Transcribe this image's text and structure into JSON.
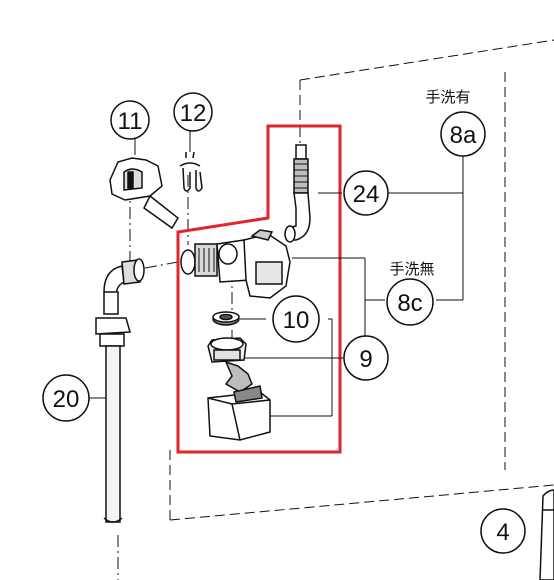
{
  "diagram": {
    "callouts": {
      "c11": "11",
      "c12": "12",
      "c24": "24",
      "c8a": "8a",
      "c8c": "8c",
      "c10": "10",
      "c9": "9",
      "c20": "20",
      "c4": "4"
    },
    "notes": {
      "with_handwash": "手洗有",
      "without_handwash": "手洗無"
    },
    "colors": {
      "highlight_border": "#e0262b",
      "line": "#111111",
      "part_fill": "#ffffff",
      "part_shade": "#cfcfcf"
    }
  }
}
